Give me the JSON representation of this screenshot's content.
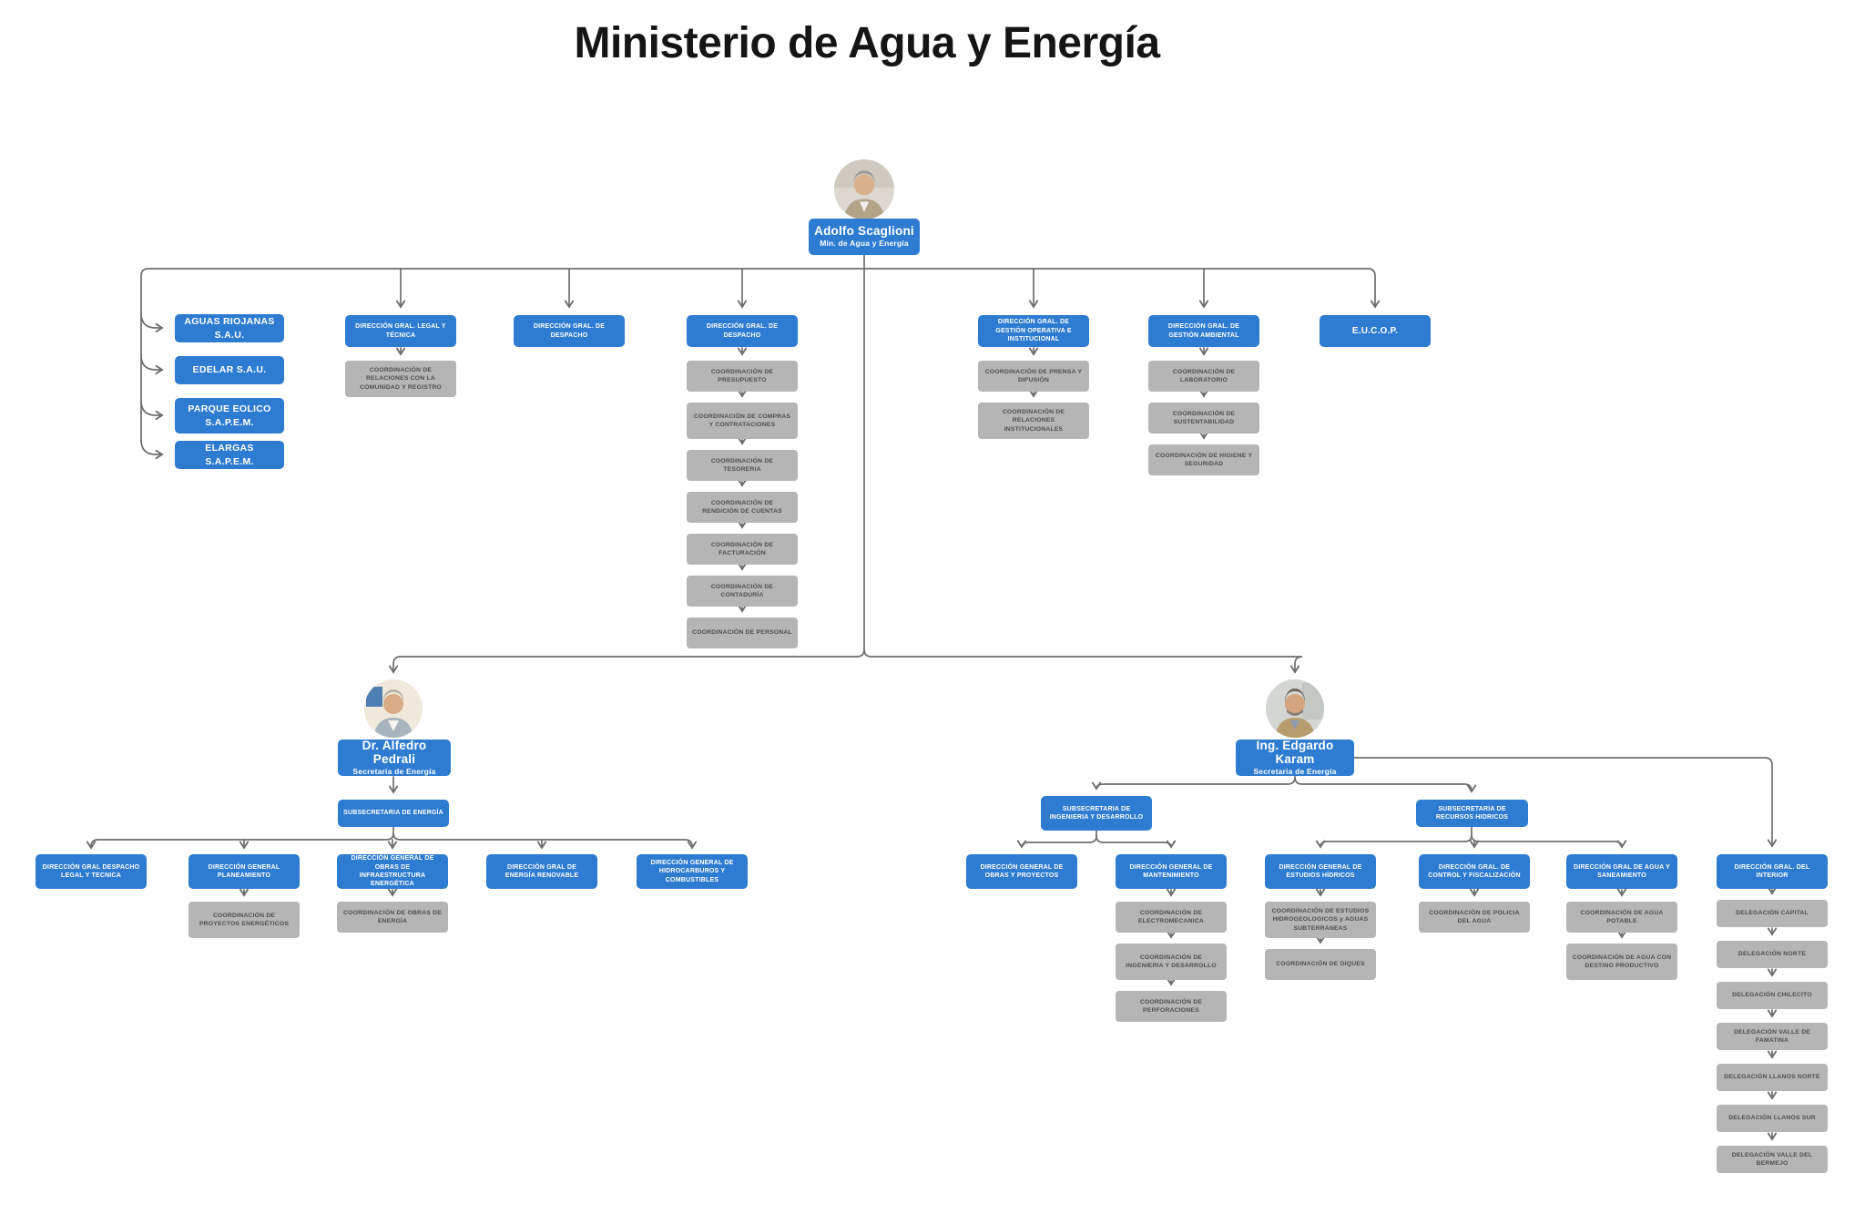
{
  "title": "Ministerio de Agua y Energía",
  "colors": {
    "node_blue": "#2d7cd1",
    "node_gray": "#b5b5b5",
    "line": "#6e6e6e",
    "title_text": "#151515"
  },
  "minister": {
    "name": "Adolfo Scaglioni",
    "role": "Min. de Agua y Energía",
    "photo": "minister-portrait"
  },
  "entities": {
    "items": [
      "AGUAS RIOJANAS S.A.U.",
      "EDELAR S.A.U.",
      "PARQUE EOLICO S.A.P.E.M.",
      "ELARGAS S.A.P.E.M."
    ]
  },
  "top_row": [
    {
      "label": "DIRECCIÓN GRAL. LEGAL Y TÉCNICA",
      "children": [
        "COORDINACIÓN DE RELACIONES CON LA COMUNIDAD Y REGISTRO"
      ]
    },
    {
      "label": "DIRECCIÓN GRAL. DE DESPACHO",
      "children": []
    },
    {
      "label": "DIRECCIÓN GRAL. DE DESPACHO",
      "children": [
        "COORDINACIÓN DE PRESUPUESTO",
        "COORDINACIÓN DE COMPRAS Y CONTRATACIONES",
        "COORDINACIÓN DE TESORERIA",
        "COORDINACIÓN DE RENDICIÓN DE CUENTAS",
        "COORDINACIÓN DE FACTURACIÓN",
        "COORDINACIÓN DE CONTADURÍA",
        "COORDINACIÓN DE PERSONAL"
      ]
    },
    {
      "label": "DIRECCIÓN GRAL. DE GESTIÓN OPERATIVA E INSTITUCIONAL",
      "children": [
        "COORDINACIÓN DE PRENSA Y DIFUSIÓN",
        "COORDINACIÓN DE RELACIONES INSTITUCIONALES"
      ]
    },
    {
      "label": "DIRECCIÓN GRAL. DE GESTIÓN AMBIENTAL",
      "children": [
        "COORDINACIÓN DE LABORATORIO",
        "COORDINACIÓN DE SUSTENTABILIDAD",
        "COORDINACIÓN DE HIGIENE Y SEGURIDAD"
      ]
    },
    {
      "label": "E.U.C.O.P.",
      "children": []
    }
  ],
  "energia": {
    "head": {
      "name": "Dr. Alfedro Pedrali",
      "role": "Secretaria de Energía"
    },
    "subsecretaria": "SUBSECRETARIA DE ENERGÍA",
    "children": [
      {
        "label": "DIRECCIÓN GRAL DESPACHO LEGAL Y TECNICA",
        "children": []
      },
      {
        "label": "DIRECCIÓN GENERAL PLANEAMIENTO",
        "children": [
          "COORDINACIÓN DE PROYECTOS ENERGÉTICOS"
        ]
      },
      {
        "label": "DIRECCIÓN GENERAL DE OBRAS DE INFRAESTRUCTURA ENERGÉTICA",
        "children": [
          "COORDINACIÓN DE OBRAS DE ENERGÍA"
        ]
      },
      {
        "label": "DIRECCIÓN GRAL DE ENERGÍA RENOVABLE",
        "children": []
      },
      {
        "label": "DIRECCIÓN GENERAL DE HIDROCARBUROS Y COMBUSTIBLES",
        "children": []
      }
    ]
  },
  "hidrico": {
    "head": {
      "name": "Ing. Edgardo Karam",
      "role": "Secretaria de Energía"
    },
    "subsecretarias": [
      {
        "label": "SUBSECRETARIA DE INGENIERIA Y DESARROLLO",
        "children": [
          {
            "label": "DIRECCIÓN GENERAL DE OBRAS Y PROYECTOS",
            "children": []
          },
          {
            "label": "DIRECCIÓN GENERAL DE MANTENIMIENTO",
            "children": [
              "COORDINACIÓN DE ELECTROMECANICA",
              "COORDINACIÓN DE INGENIERIA Y DESARROLLO",
              "COORDINACIÓN DE PERFORACIONES"
            ]
          }
        ]
      },
      {
        "label": "SUBSECRETARIA DE RECURSOS HIDRICOS",
        "children": [
          {
            "label": "DIRECCIÓN GENERAL DE ESTUDIOS HÍDRICOS",
            "children": [
              "COORDINACIÓN DE ESTUDIOS HIDROGEOLOGICOS y AGUAS SUBTERRANEAS",
              "COORDINACIÓN DE DIQUES"
            ]
          },
          {
            "label": "DIRECCIÓN GRAL. DE CONTROL Y FISCALIZACIÓN",
            "children": [
              "COORDINACIÓN DE POLICIA DEL AGUA"
            ]
          },
          {
            "label": "DIRECCIÓN GRAL DE AGUA Y SANEAMIENTO",
            "children": [
              "COORDINACIÓN DE AGUA POTABLE",
              "COORDINACIÓN DE AGUA CON DESTINO PRODUCTIVO"
            ]
          }
        ]
      }
    ],
    "interior": {
      "label": "DIRECCIÓN GRAL. DEL INTERIOR",
      "children": [
        "DELEGACIÓN CAPITAL",
        "DELEGACIÓN NORTE",
        "DELEGACIÓN CHILECITO",
        "DELEGACIÓN VALLE DE FAMATINA",
        "DELEGACIÓN LLANOS NORTE",
        "DELEGACIÓN LLANOS SUR",
        "DELEGACIÓN VALLE DEL BERMEJO"
      ]
    }
  }
}
